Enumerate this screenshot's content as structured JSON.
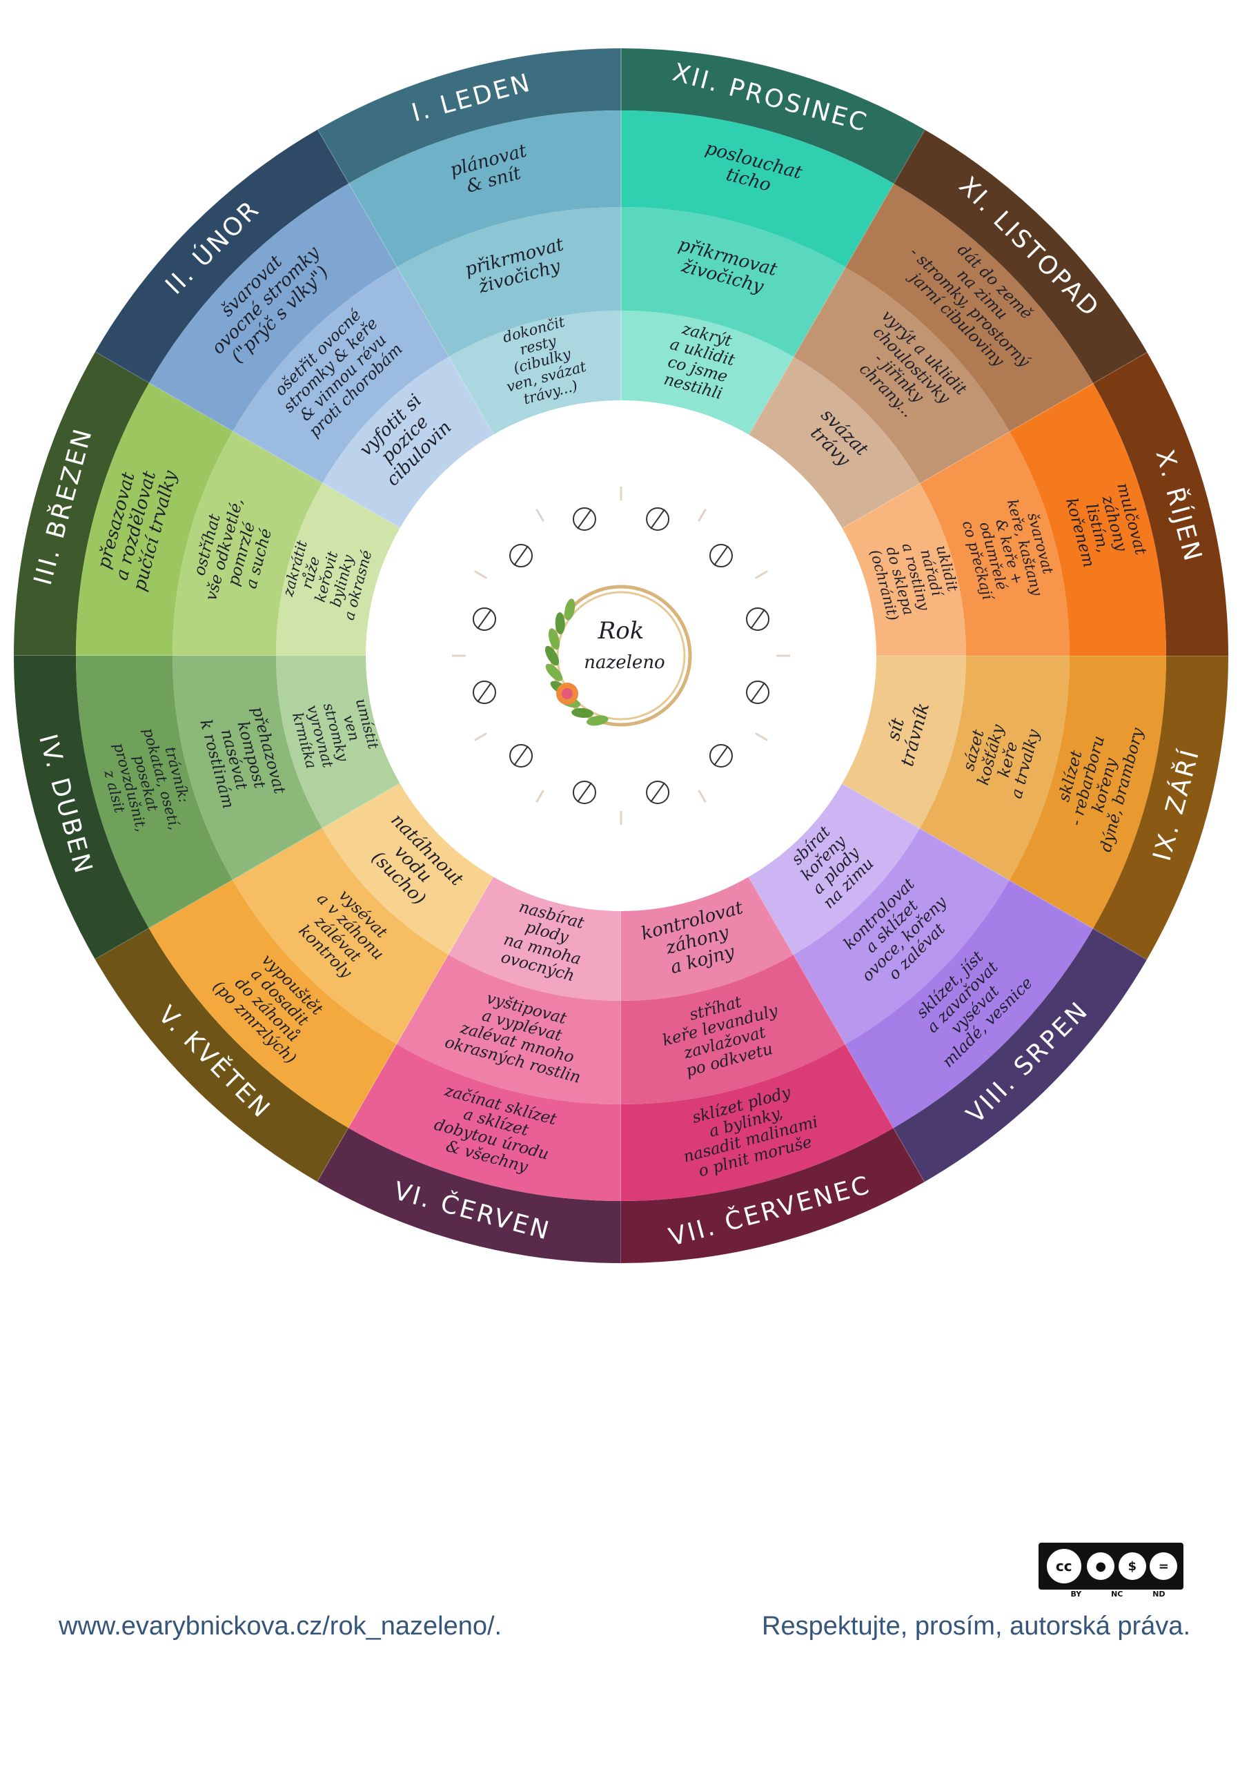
{
  "center": {
    "title_line1": "Rok",
    "title_line2": "nazeleno"
  },
  "months": [
    {
      "numeral": "I.",
      "name": "LEDEN",
      "color": "#3d6e80",
      "ring_colors": [
        "#6fb2c8",
        "#8cc5d4",
        "#abd7e0"
      ],
      "tasks": [
        [
          "plánovat",
          "& snít"
        ],
        [
          "přikrmovat",
          "živočichy"
        ],
        [
          "dokončit",
          "resty",
          "(cibulky",
          "ven, svázat",
          "trávy...)"
        ]
      ]
    },
    {
      "numeral": "II.",
      "name": "ÚNOR",
      "color": "#2e4a66",
      "ring_colors": [
        "#7fa6d0",
        "#9bbce0",
        "#bdd3ec"
      ],
      "tasks": [
        [
          "švarovat",
          "ovocné stromky",
          "(\"prýč s vlky\")"
        ],
        [
          "ošetřit ovocné",
          "stromky & keře",
          "& vinnou révu",
          "proti chorobám"
        ],
        [
          "vyfotit si",
          "pozice",
          "cibulovin"
        ]
      ]
    },
    {
      "numeral": "III.",
      "name": "BŘEZEN",
      "color": "#3e5a2c",
      "ring_colors": [
        "#9cc760",
        "#b4d57f",
        "#cfe4a8"
      ],
      "tasks": [
        [
          "přesazovat",
          "a rozdělovat",
          "pučící trvalky"
        ],
        [
          "ostříhat",
          "vše odkvetlé,",
          "pomrzlé",
          "a suché"
        ],
        [
          "zakrátit",
          "růže",
          "keřovit",
          "bylinky",
          "a okrasné"
        ]
      ]
    },
    {
      "numeral": "IV.",
      "name": "DUBEN",
      "color": "#2d4a2a",
      "ring_colors": [
        "#6fa15a",
        "#8cb87a",
        "#b0d29f"
      ],
      "tasks": [
        [
          "trávník:",
          "pokatat, osetí,",
          "posekat",
          "provzdušnit,",
          "z alsit"
        ],
        [
          "přehazovat",
          "kompost",
          "nasévat",
          "k rostlinám"
        ],
        [
          "umístit",
          "ven",
          "stromky",
          "vyrovnat",
          "krmítka"
        ]
      ]
    },
    {
      "numeral": "V.",
      "name": "KVĚTEN",
      "color": "#6e5417",
      "ring_colors": [
        "#f4a93e",
        "#f6bd63",
        "#f8d28f"
      ],
      "tasks": [
        [
          "vypouštět",
          "a dosadit",
          "do záhonů",
          "(po zmrzlých)"
        ],
        [
          "vysévat",
          "a v záhonu",
          "zálévat",
          "kontroly"
        ],
        [
          "natáhnout",
          "vodu",
          "(sucho)"
        ]
      ]
    },
    {
      "numeral": "VI.",
      "name": "ČERVEN",
      "color": "#5a2a4a",
      "ring_colors": [
        "#ea5f94",
        "#ef81a9",
        "#f2a6c2"
      ],
      "tasks": [
        [
          "začínat sklízet",
          "a sklízet",
          "dobytou úrodu",
          "& všechny"
        ],
        [
          "vyštipovat",
          "a vyplévat",
          "zalévat mnoho",
          "okrasných rostlin"
        ],
        [
          "nasbírat",
          "plody",
          "na mnoha",
          "ovocných"
        ]
      ]
    },
    {
      "numeral": "VII.",
      "name": "ČERVENEC",
      "color": "#6e1f3a",
      "ring_colors": [
        "#dc3c76",
        "#e45f8e",
        "#ec86ab"
      ],
      "tasks": [
        [
          "sklízet plody",
          "a bylinky,",
          "nasadit malinami",
          "o plnit moruše"
        ],
        [
          "stříhat",
          "keře levanduly",
          "zavlažovat",
          "po odkvetu"
        ],
        [
          "kontrolovat",
          "záhony",
          "a kojny"
        ]
      ]
    },
    {
      "numeral": "VIII.",
      "name": "SRPEN",
      "color": "#4a3a6e",
      "ring_colors": [
        "#a67ee8",
        "#b897ee",
        "#cdb5f3"
      ],
      "tasks": [
        [
          "sklízet, jíst",
          "a zavařovat",
          "vysévat",
          "mladé, vesnice"
        ],
        [
          "kontrolovat",
          "a sklízet",
          "ovoce, kořeny",
          "o zalévat"
        ],
        [
          "sbírat",
          "kořeny",
          "a plody",
          "na zimu"
        ]
      ]
    },
    {
      "numeral": "IX.",
      "name": "ZÁŘÍ",
      "color": "#8a5a14",
      "ring_colors": [
        "#e89a30",
        "#ecb058",
        "#f1c98a"
      ],
      "tasks": [
        [
          "sklízet",
          "- rebarboru",
          "kořeny",
          "dýně, brambory"
        ],
        [
          "sázet",
          "košťáky",
          "keře",
          "a trvalky"
        ],
        [
          "sít",
          "trávník"
        ]
      ]
    },
    {
      "numeral": "X.",
      "name": "ŘÍJEN",
      "color": "#7a3a12",
      "ring_colors": [
        "#f57a1e",
        "#f7954a",
        "#f9b57e"
      ],
      "tasks": [
        [
          "mulčovat",
          "záhony",
          "listím,",
          "kořenem"
        ],
        [
          "švarovat",
          "keře, kaštany",
          "& keře +",
          "odumřelé",
          "co přečkají"
        ],
        [
          "uklidit",
          "nářadí",
          "a rostliny",
          "do sklepa",
          "(ochránit)"
        ]
      ]
    },
    {
      "numeral": "XI.",
      "name": "LISTOPAD",
      "color": "#5a3a22",
      "ring_colors": [
        "#b07a52",
        "#c19472",
        "#d3b296"
      ],
      "tasks": [
        [
          "dát do země",
          "na zimu",
          "- stromky, prostorný",
          "jarní cibuloviny"
        ],
        [
          "vyrýt a uklidit",
          "choulostivky",
          "- jiřinky",
          "chrany..."
        ],
        [
          "svázat",
          "trávy"
        ]
      ]
    },
    {
      "numeral": "XII.",
      "name": "PROSINEC",
      "color": "#2a6e5e",
      "ring_colors": [
        "#30cfb0",
        "#5ad8be",
        "#8ee5d2"
      ],
      "tasks": [
        [
          "poslouchat",
          "ticho"
        ],
        [
          "přikrmovat",
          "živočichy"
        ],
        [
          "zakrýt",
          "a uklidit",
          "co jsme",
          "nestihli"
        ]
      ]
    }
  ],
  "footer": {
    "url": "www.evarybnickova.cz/rok_nazeleno/.",
    "rights": "Respektujte, prosím, autorská práva.",
    "license_badge": "cc",
    "license_labels": [
      "BY",
      "NC",
      "ND"
    ]
  }
}
